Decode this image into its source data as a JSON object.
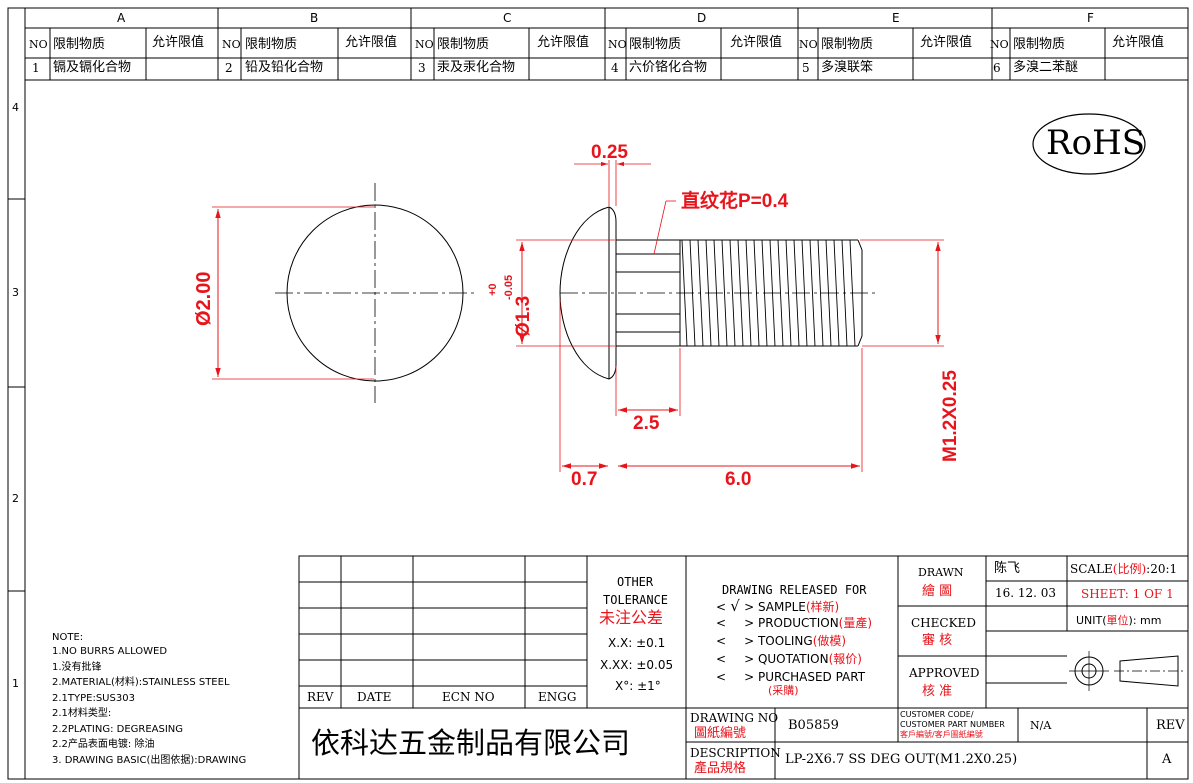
{
  "zones": [
    "A",
    "B",
    "C",
    "D",
    "E",
    "F"
  ],
  "rows": [
    "4",
    "3",
    "2",
    "1"
  ],
  "restricted": {
    "no_label": "NO",
    "substance_label": "限制物质",
    "limit_label": "允许限值",
    "items": [
      {
        "no": "1",
        "name": "镉及镉化合物"
      },
      {
        "no": "2",
        "name": "铅及铅化合物"
      },
      {
        "no": "3",
        "name": "汞及汞化合物"
      },
      {
        "no": "4",
        "name": "六价铬化合物"
      },
      {
        "no": "5",
        "name": "多溴联笨"
      },
      {
        "no": "6",
        "name": "多溴二苯醚"
      }
    ]
  },
  "rohs": "RoHS",
  "dims": {
    "head_thickness": "0.25",
    "knurl_note": "直纹花P=0.4",
    "head_dia": "Ø2.00",
    "shank_dia": "Ø1.3",
    "shank_tol_upper": "+0",
    "shank_tol_lower": "-0.05",
    "knurl_len": "2.5",
    "head_len": "0.7",
    "length": "6.0",
    "thread": "M1.2X0.25"
  },
  "notes": {
    "title": "NOTE:",
    "lines": [
      "1.NO BURRS ALLOWED",
      "1.没有批锋",
      "2.MATERIAL(材料):STAINLESS STEEL",
      "2.1TYPE:SUS303",
      "2.1材料类型:",
      "2.2PLATING: DEGREASING",
      "2.2产品表面电镀: 除油",
      "3. DRAWING BASIC(出图依据):DRAWING"
    ]
  },
  "rev_table": {
    "rev": "REV",
    "date": "DATE",
    "ecn": "ECN NO",
    "engg": "ENGG"
  },
  "tolerance": {
    "l1": "OTHER",
    "l2": "TOLERANCE",
    "l3": "未注公差",
    "xx": "X.X: ±0.1",
    "xxx": "X.XX: ±0.05",
    "deg": "X°: ±1°"
  },
  "release": {
    "title": "DRAWING RELEASED FOR",
    "items": [
      {
        "lt": "<",
        "mark": "√",
        "gt": ">",
        "label": "SAMPLE",
        "zh": "(样新)"
      },
      {
        "lt": "<",
        "mark": "",
        "gt": ">",
        "label": "PRODUCTION",
        "zh": "(量產)"
      },
      {
        "lt": "<",
        "mark": "",
        "gt": ">",
        "label": "TOOLING",
        "zh": "(做模)"
      },
      {
        "lt": "<",
        "mark": "",
        "gt": ">",
        "label": "QUOTATION",
        "zh": "(報价)"
      },
      {
        "lt": "<",
        "mark": "",
        "gt": ">",
        "label": "PURCHASED PART",
        "zh": "(采購)"
      }
    ]
  },
  "signoff": {
    "drawn": "DRAWN",
    "drawn_zh": "繪 圖",
    "drawn_by": "陈飞",
    "date": "16. 12. 03",
    "checked": "CHECKED",
    "checked_zh": "審 核",
    "approved": "APPROVED",
    "approved_zh": "核 准",
    "scale_label": "SCALE",
    "scale_zh": "(比例)",
    "scale_value": ":20:1",
    "sheet": "SHEET:  1 OF 1",
    "unit_label": "UNIT(",
    "unit_zh": "單位",
    "unit_value": "):  mm"
  },
  "company": "依科达五金制品有限公司",
  "drawing_no": {
    "label": "DRAWING NO",
    "zh": "圖紙編號",
    "value": "B05859"
  },
  "customer": {
    "l1": "CUSTOMER CODE/",
    "l2": "CUSTOMER PART NUMBER",
    "zh": "客戶編號/客戶圖紙編號",
    "value": "N/A"
  },
  "rev_box": {
    "label": "REV",
    "value": "A"
  },
  "description": {
    "label": "DESCRIPTION",
    "zh": "產品規格",
    "value": "LP-2X6.7 SS DEG OUT(M1.2X0.25)"
  },
  "colors": {
    "dimension": "#e8141b",
    "line": "#000000"
  }
}
